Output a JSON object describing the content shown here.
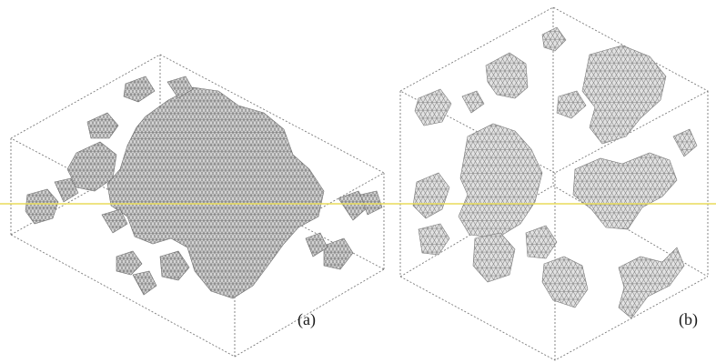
{
  "figure": {
    "panels": [
      {
        "id": "a",
        "label": "(a)"
      },
      {
        "id": "b",
        "label": "(b)"
      }
    ]
  },
  "colors": {
    "box_edge": "#7a7a7a",
    "mesh_fill": "#d4d4d4",
    "mesh_line": "#6e6e6e",
    "horizontal_line": "#e8dc5a"
  }
}
